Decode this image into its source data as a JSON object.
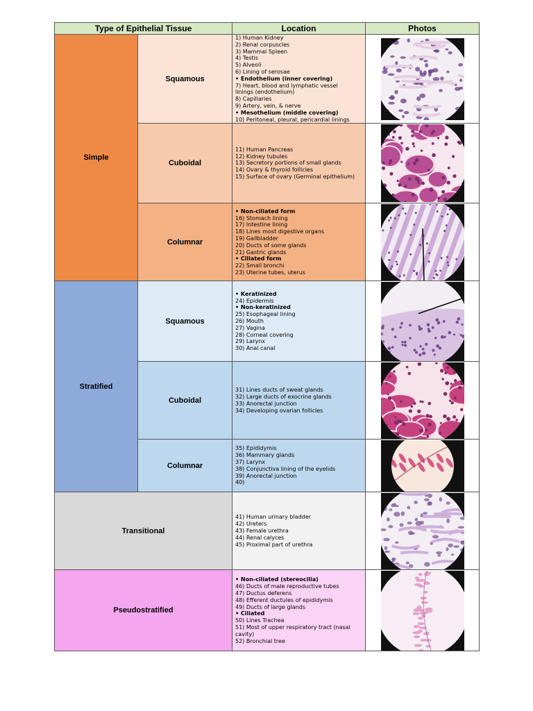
{
  "header": {
    "type": "Type of Epithelial Tissue",
    "location": "Location",
    "photos": "Photos"
  },
  "groups": {
    "simple": "Simple",
    "stratified": "Stratified",
    "transitional": "Transitional",
    "pseudostratified": "Pseudostratified"
  },
  "rows": [
    {
      "sub": "Squamous",
      "lines": [
        {
          "t": "1)   Human Kidney"
        },
        {
          "t": "2)   Renal corpuscles"
        },
        {
          "t": "3)   Mammal Spleen"
        },
        {
          "t": "4)   Testis"
        },
        {
          "t": "5)   Alveoli"
        },
        {
          "t": "6)   Lining of serosae"
        },
        {
          "t": "• Endothelium (inner covering)",
          "h": true
        },
        {
          "t": "7)   Heart, blood and lymphatic vessel"
        },
        {
          "t": "      linings (endothelium)"
        },
        {
          "t": "8)   Capillaries"
        },
        {
          "t": "9)   Artery, vein, & nerve"
        },
        {
          "t": "• Mesothelium (middle covering)",
          "h": true
        },
        {
          "t": "10) Peritoneal, pleural, pericardial linings"
        }
      ]
    },
    {
      "sub": "Cuboidal",
      "lines": [
        {
          "t": "11) Human Pancreas"
        },
        {
          "t": "12) Kidney tubules"
        },
        {
          "t": "13) Secretory portions of small glands"
        },
        {
          "t": "14) Ovary & thyroid follicles"
        },
        {
          "t": "15) Surface of ovary (Germinal epithelium)"
        }
      ]
    },
    {
      "sub": "Columnar",
      "lines": [
        {
          "t": "• Non-ciliated form",
          "h": true
        },
        {
          "t": "16) Stomach lining"
        },
        {
          "t": "17) Intestine lining"
        },
        {
          "t": "18) Lines most digestive organs"
        },
        {
          "t": "19) Gallbladder"
        },
        {
          "t": "20) Ducts of some glands"
        },
        {
          "t": "21) Gastric glands"
        },
        {
          "t": "• Ciliated form",
          "h": true
        },
        {
          "t": "22) Small bronchi"
        },
        {
          "t": "23) Uterine tubes, uterus"
        }
      ]
    },
    {
      "sub": "Squamous",
      "lines": [
        {
          "t": "• Keratinized",
          "h": true
        },
        {
          "t": "24) Epidermis"
        },
        {
          "t": "• Non-keratinized",
          "h": true
        },
        {
          "t": "25) Esophageal lining"
        },
        {
          "t": "26) Mouth"
        },
        {
          "t": "27) Vagina"
        },
        {
          "t": "28) Corneal covering"
        },
        {
          "t": "29) Larynx"
        },
        {
          "t": "30) Anal canal"
        }
      ]
    },
    {
      "sub": "Cuboidal",
      "lines": [
        {
          "t": "31) Lines ducts of sweat glands"
        },
        {
          "t": "32) Large ducts of exocrine glands"
        },
        {
          "t": "33) Anorectal junction"
        },
        {
          "t": "34) Developing ovarian follicles"
        }
      ]
    },
    {
      "sub": "Columnar",
      "lines": [
        {
          "t": "35) Epididymis"
        },
        {
          "t": "36) Mammary glands"
        },
        {
          "t": "37) Larynx"
        },
        {
          "t": "38) Conjunctiva lining of the eyelids"
        },
        {
          "t": "39) Anorectal junction"
        },
        {
          "t": "40)"
        }
      ]
    },
    {
      "sub": "",
      "lines": [
        {
          "t": "41) Human urinary bladder"
        },
        {
          "t": "42) Ureters"
        },
        {
          "t": "43) Female urethra"
        },
        {
          "t": "44) Renal calyces"
        },
        {
          "t": "45) Proximal part of urethra"
        }
      ]
    },
    {
      "sub": "",
      "lines": [
        {
          "t": "• Non-ciliated (stereocilia)",
          "h": true
        },
        {
          "t": "46) Ducts of male reproductive tubes"
        },
        {
          "t": "47) Ductus deferens"
        },
        {
          "t": "48) Efferent ductules of epididymis"
        },
        {
          "t": "49) Ducts of large glands"
        },
        {
          "t": "• Ciliated",
          "h": true
        },
        {
          "t": "50) Lines Trachea"
        },
        {
          "t": "51) Most of upper respiratory tract (nasal"
        },
        {
          "t": "      cavity)"
        },
        {
          "t": "52) Bronchial tree"
        }
      ]
    }
  ],
  "photos": [
    {
      "kind": "squamous",
      "icon": "micrograph-simple-squamous",
      "bg": "#f3eef4",
      "fill": "#e6cfe2",
      "accent": "#6a3f86"
    },
    {
      "kind": "cuboidal",
      "icon": "micrograph-simple-cuboidal",
      "bg": "#f6e8ee",
      "fill": "#b84e93",
      "accent": "#7b2c6e"
    },
    {
      "kind": "columnar",
      "icon": "micrograph-simple-columnar",
      "bg": "#f0e9f2",
      "fill": "#c39ad0",
      "accent": "#6f4a88"
    },
    {
      "kind": "strat-squamous",
      "icon": "micrograph-stratified-squamous",
      "bg": "#f2eef4",
      "fill": "#c9a6d5",
      "accent": "#7a4e93"
    },
    {
      "kind": "cuboidal",
      "icon": "micrograph-stratified-cuboidal",
      "bg": "#f7e3ea",
      "fill": "#c6427e",
      "accent": "#862a62"
    },
    {
      "kind": "strat-columnar",
      "icon": "micrograph-stratified-columnar",
      "bg": "#f9e7de",
      "fill": "#d95a86",
      "accent": "#a12e5c"
    },
    {
      "kind": "transitional",
      "icon": "micrograph-transitional",
      "bg": "#f3eef4",
      "fill": "#cdb0da",
      "accent": "#7e5a98"
    },
    {
      "kind": "pseudo",
      "icon": "micrograph-pseudostratified",
      "bg": "#f6eef4",
      "fill": "#e4a3c8",
      "accent": "#a35a8a"
    }
  ]
}
